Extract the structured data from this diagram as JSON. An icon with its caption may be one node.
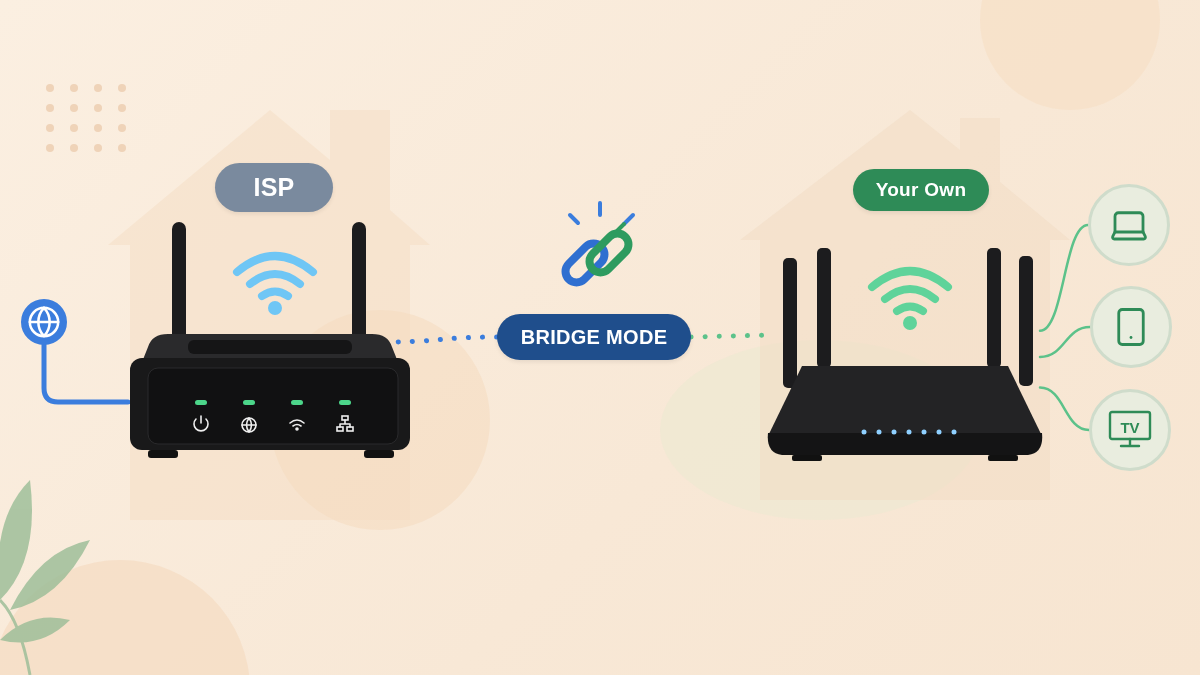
{
  "diagram": {
    "nodes": [
      {
        "text": [],
        "shape": "circle"
      },
      {
        "text": [
          "ISP"
        ]
      },
      {
        "text": [],
        "shape": "picture"
      },
      {
        "text": [
          "BRIDGE MODE"
        ]
      },
      {
        "text": [
          "Your Own"
        ]
      },
      {
        "text": [],
        "shape": "picture"
      },
      {
        "text": [],
        "shape": "circle"
      },
      {
        "text": [],
        "shape": "circle"
      },
      {
        "text": [
          "TV"
        ]
      }
    ],
    "edges": [
      {
        "from": 0,
        "to": 2,
        "arrow": "none",
        "style": "thick",
        "color": "#3b7ddd"
      },
      {
        "from": 2,
        "to": 3,
        "arrow": "none",
        "style": "dashed",
        "color": "#3b7ddd"
      },
      {
        "from": 3,
        "to": 5,
        "arrow": "none",
        "style": "dashed"
      },
      {
        "from": 5,
        "to": 6,
        "arrow": "none"
      },
      {
        "from": 5,
        "to": 7,
        "arrow": "none"
      },
      {
        "from": 5,
        "to": 8,
        "arrow": "none"
      }
    ]
  }
}
